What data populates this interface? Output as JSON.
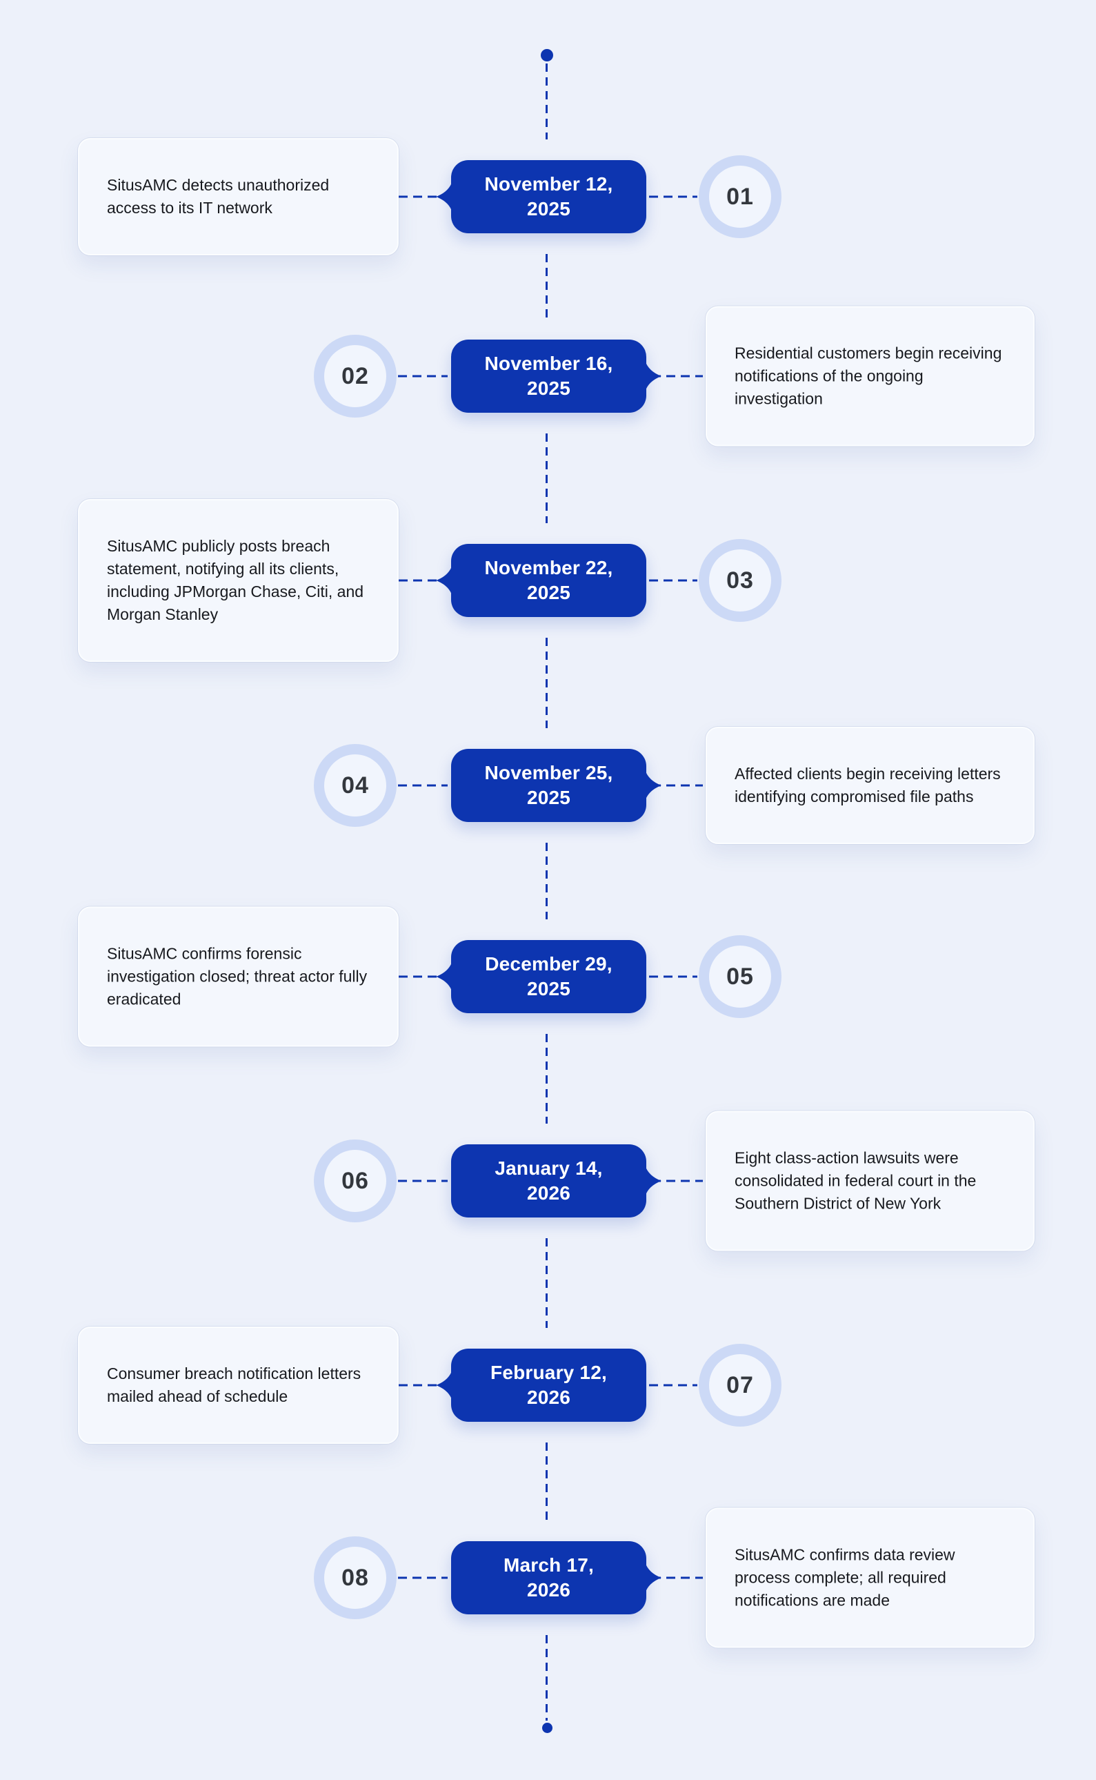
{
  "page": {
    "background_color": "#edf1fa",
    "accent_color": "#0d35b0",
    "ring_color": "#ccd9f6"
  },
  "timeline": {
    "items": [
      {
        "number": "01",
        "date_line1": "November 12,",
        "date_line2": "2025",
        "description": "SitusAMC detects unauthorized access to its IT network"
      },
      {
        "number": "02",
        "date_line1": "November 16,",
        "date_line2": "2025",
        "description": "Residential customers begin receiving notifications of the ongoing investigation"
      },
      {
        "number": "03",
        "date_line1": "November 22,",
        "date_line2": "2025",
        "description": "SitusAMC publicly posts breach statement, notifying all its clients, including JPMorgan Chase, Citi, and Morgan Stanley"
      },
      {
        "number": "04",
        "date_line1": "November 25,",
        "date_line2": "2025",
        "description": "Affected clients begin receiving letters identifying compromised file paths"
      },
      {
        "number": "05",
        "date_line1": "December 29,",
        "date_line2": "2025",
        "description": "SitusAMC confirms forensic investigation closed; threat actor fully eradicated"
      },
      {
        "number": "06",
        "date_line1": "January 14,",
        "date_line2": "2026",
        "description": "Eight class-action lawsuits were consolidated in federal court in the Southern District of New York"
      },
      {
        "number": "07",
        "date_line1": "February 12,",
        "date_line2": "2026",
        "description": "Consumer breach notification letters mailed ahead of schedule"
      },
      {
        "number": "08",
        "date_line1": "March 17,",
        "date_line2": "2026",
        "description": "SitusAMC confirms data review process complete; all required notifications are made"
      }
    ]
  }
}
